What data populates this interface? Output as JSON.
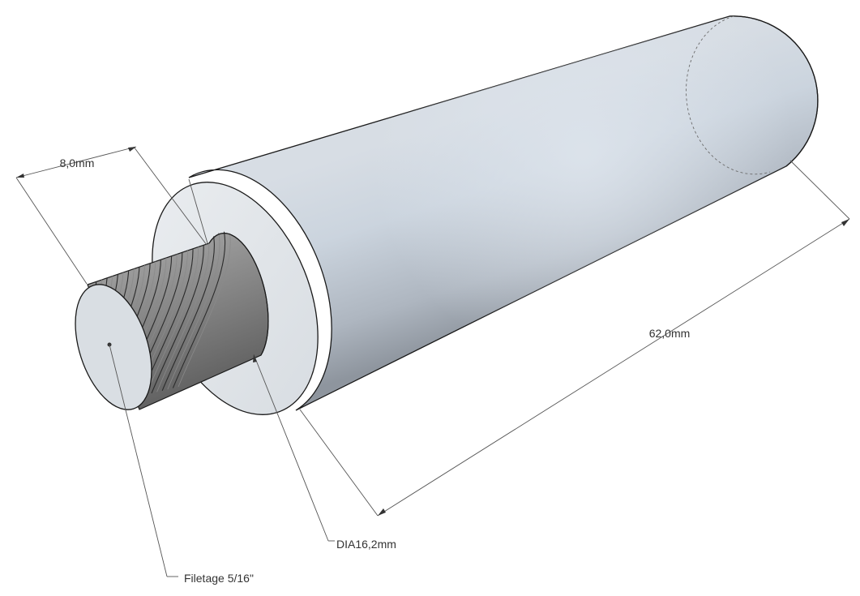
{
  "drawing": {
    "dimensions": {
      "thread_length": "8,0mm",
      "body_length": "62,0mm",
      "diameter": "DIA16,2mm",
      "thread_spec": "Filetage 5/16\""
    },
    "colors": {
      "body_light": "#d2dae3",
      "body_mid": "#b4bcc6",
      "body_dark": "#8f969f",
      "face": "#e2e6ea",
      "thread": "#8c8c8c",
      "dimension_line": "#555555"
    }
  }
}
